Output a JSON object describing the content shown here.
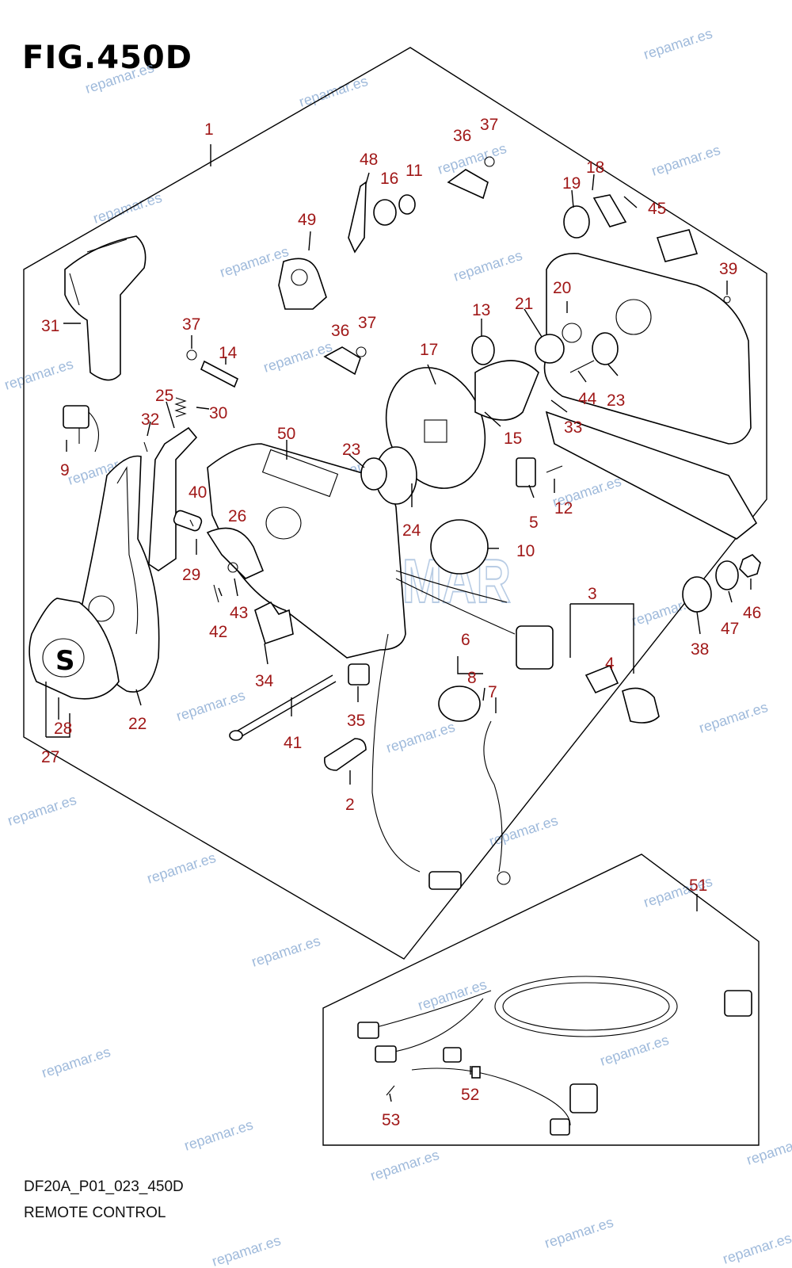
{
  "figure": {
    "title": "FIG.450D",
    "diagram_code": "DF20A_P01_023_450D",
    "caption": "REMOTE CONTROL",
    "watermark_text": "repamar.es",
    "watermark_logo_text": "REPAMAR",
    "label_color": "#a01818",
    "watermark_color": "#7fa3cf"
  },
  "callouts": {
    "n1": "1",
    "n2": "2",
    "n3": "3",
    "n4": "4",
    "n5": "5",
    "n6": "6",
    "n7": "7",
    "n8": "8",
    "n9": "9",
    "n10": "10",
    "n11": "11",
    "n12": "12",
    "n13": "13",
    "n14": "14",
    "n15": "15",
    "n16": "16",
    "n17": "17",
    "n18": "18",
    "n19": "19",
    "n20": "20",
    "n21": "21",
    "n22": "22",
    "n23a": "23",
    "n23b": "23",
    "n24": "24",
    "n25": "25",
    "n26": "26",
    "n27": "27",
    "n28": "28",
    "n29": "29",
    "n30": "30",
    "n31": "31",
    "n32": "32",
    "n33": "33",
    "n34": "34",
    "n35": "35",
    "n36a": "36",
    "n36b": "36",
    "n37a": "37",
    "n37b": "37",
    "n37c": "37",
    "n38": "38",
    "n39": "39",
    "n40": "40",
    "n41": "41",
    "n42": "42",
    "n43": "43",
    "n44": "44",
    "n45": "45",
    "n46": "46",
    "n47": "47",
    "n48": "48",
    "n49": "49",
    "n50": "50",
    "n51": "51",
    "n52": "52",
    "n53": "53"
  }
}
